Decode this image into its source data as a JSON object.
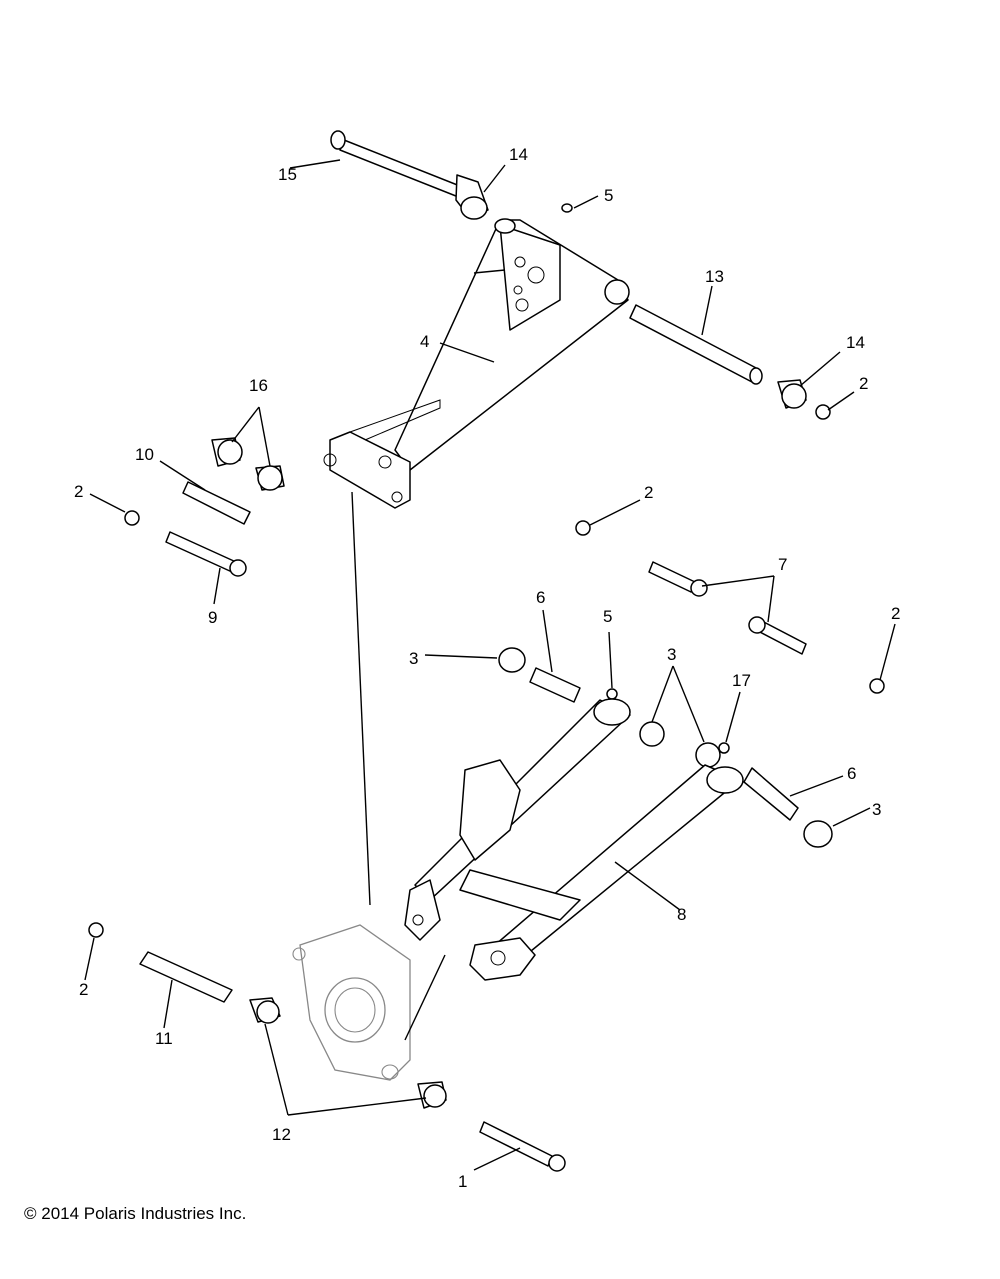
{
  "copyright": "© 2014 Polaris Industries Inc.",
  "callouts": {
    "c1": "1",
    "c2a": "2",
    "c2b": "2",
    "c2c": "2",
    "c2d": "2",
    "c2e": "2",
    "c3a": "3",
    "c3b": "3",
    "c3c": "3",
    "c4": "4",
    "c5a": "5",
    "c5b": "5",
    "c6a": "6",
    "c6b": "6",
    "c7": "7",
    "c8": "8",
    "c9": "9",
    "c10": "10",
    "c11": "11",
    "c12": "12",
    "c13": "13",
    "c14a": "14",
    "c14b": "14",
    "c15": "15",
    "c16": "16",
    "c17": "17"
  }
}
